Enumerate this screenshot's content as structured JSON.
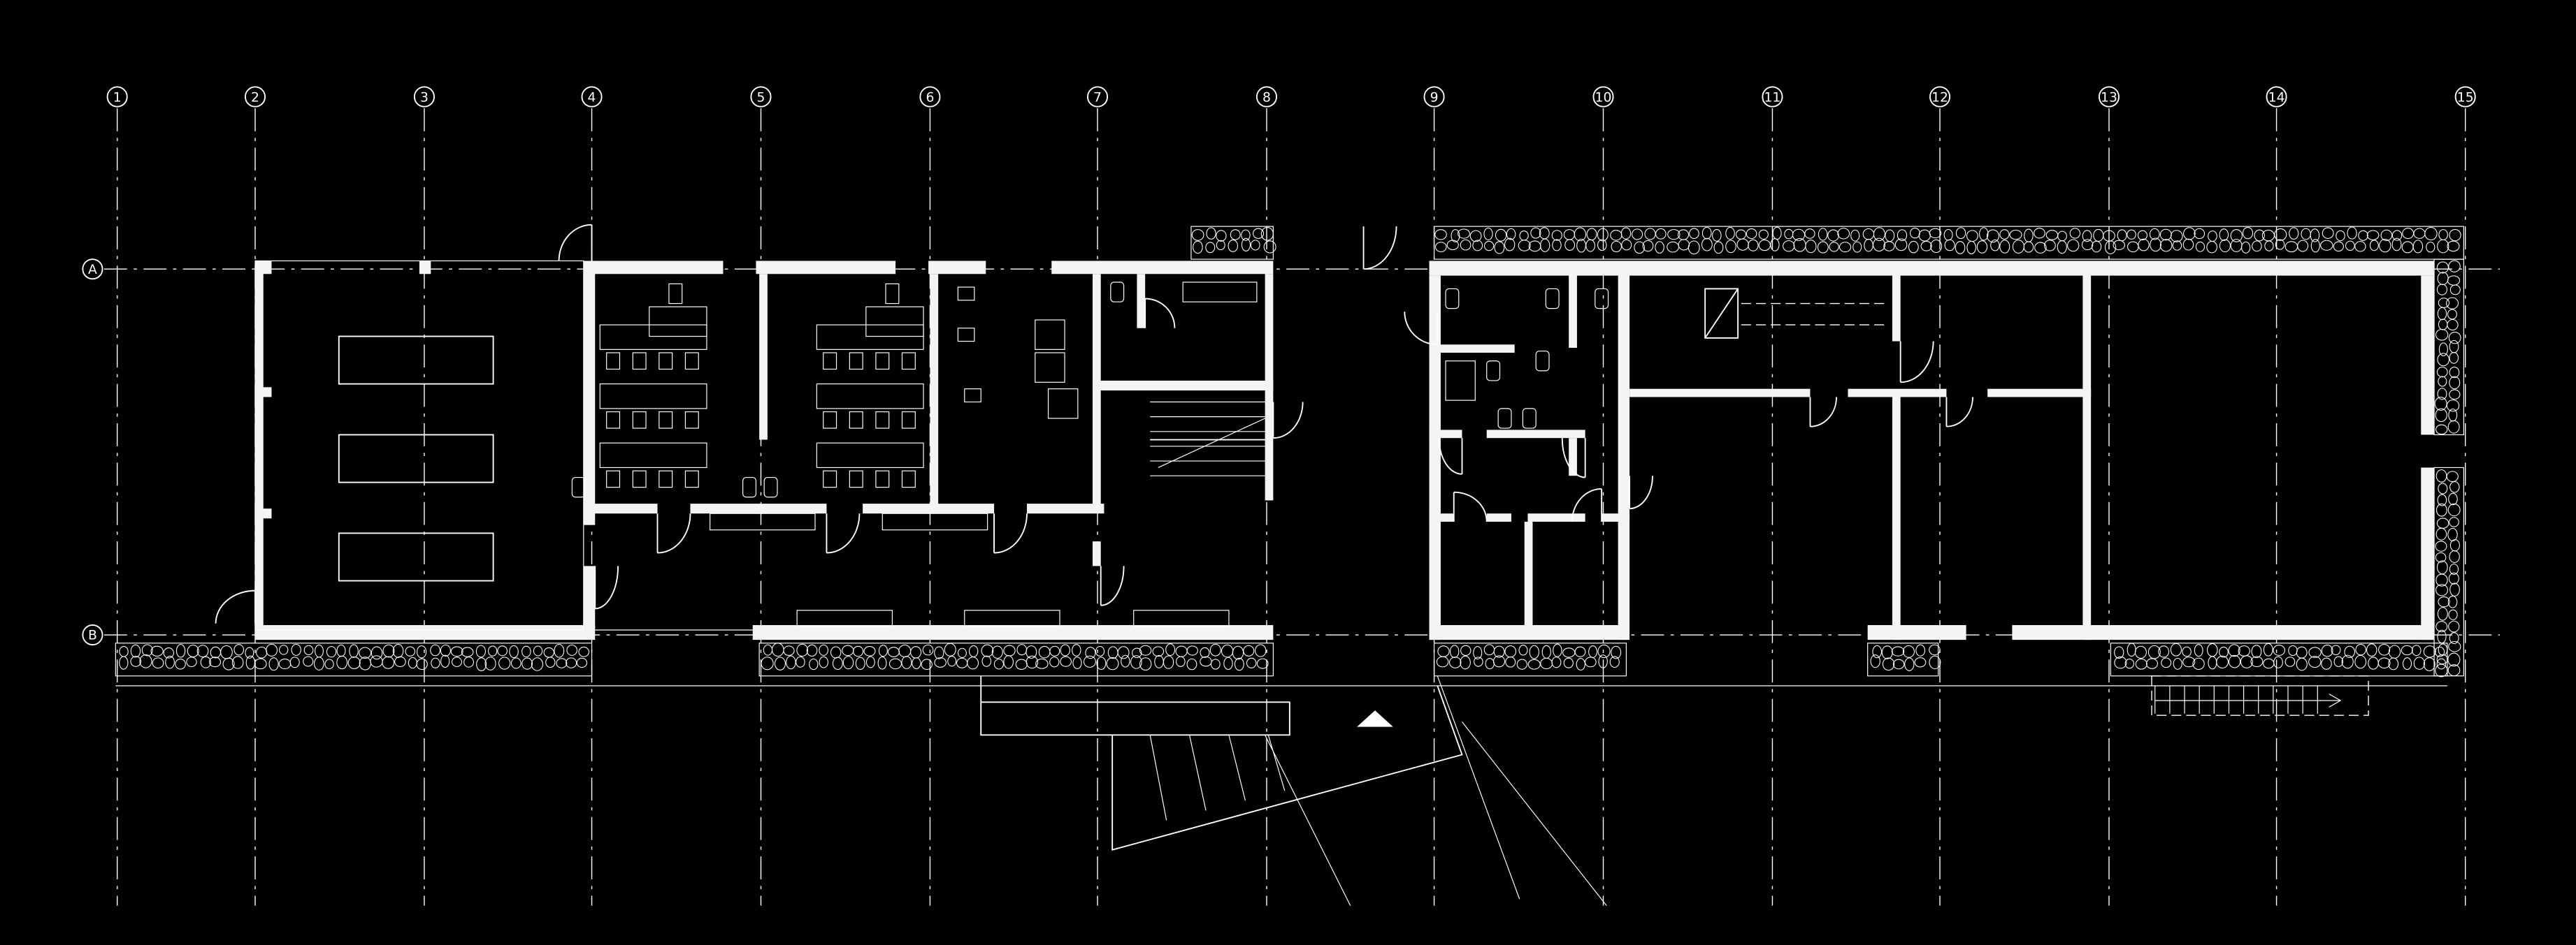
{
  "drawing": {
    "type": "architectural floor plan",
    "grid_columns": [
      "1",
      "2",
      "3",
      "4",
      "5",
      "6",
      "7",
      "8",
      "9",
      "10",
      "11",
      "12",
      "13",
      "14",
      "15"
    ],
    "grid_rows": [
      "A",
      "B"
    ]
  }
}
